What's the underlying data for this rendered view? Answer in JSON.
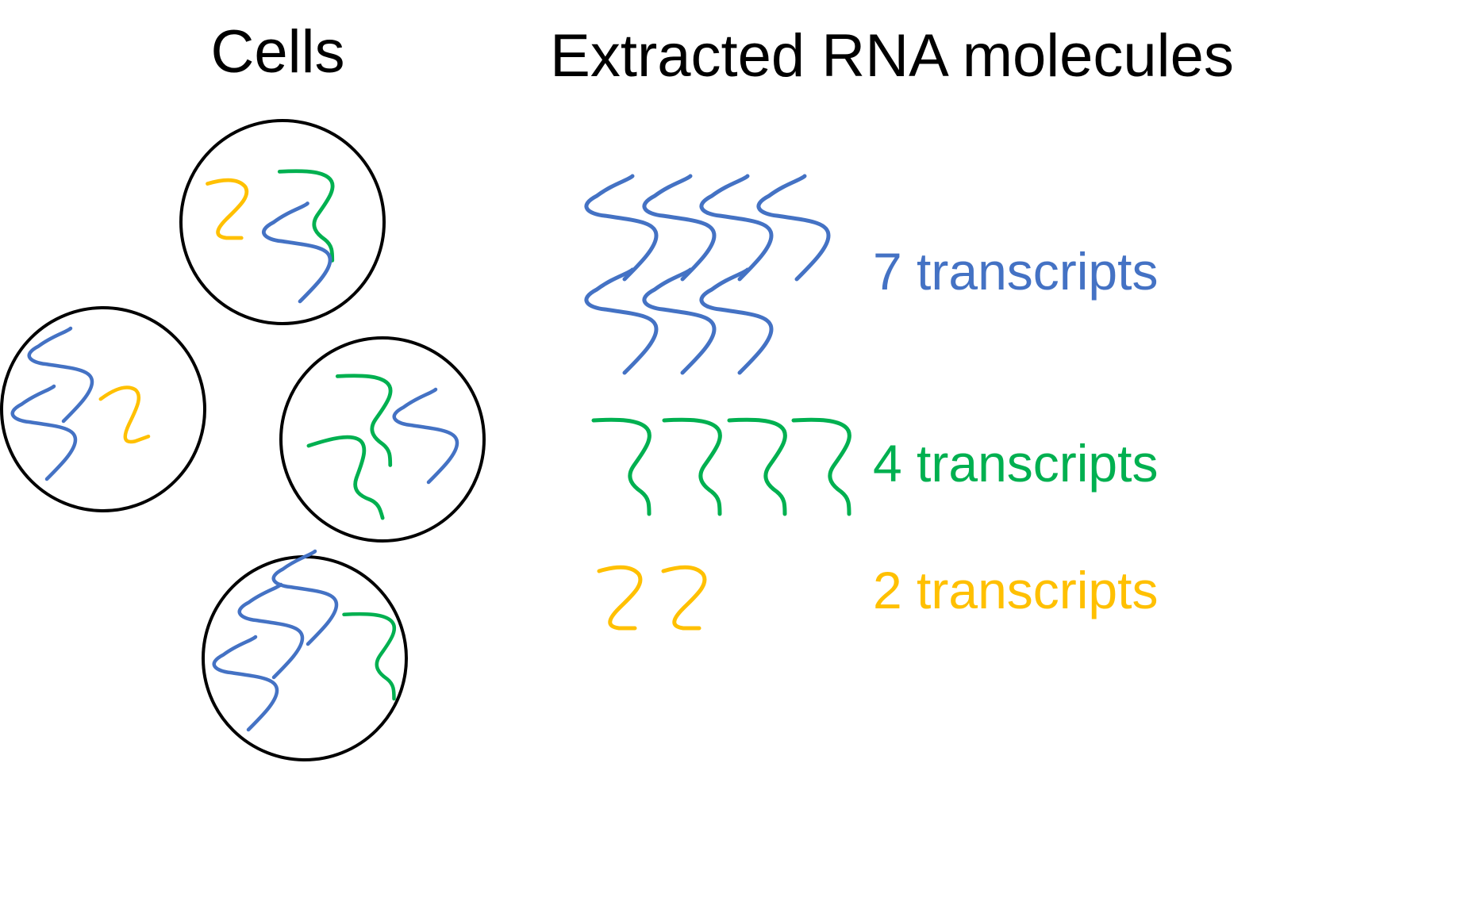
{
  "headings": {
    "cells": "Cells",
    "extracted": "Extracted RNA molecules"
  },
  "colors": {
    "blue": "#4472C4",
    "green": "#00B050",
    "yellow": "#FFC000",
    "outline": "#000000"
  },
  "transcript_groups": [
    {
      "id": "blue",
      "count": 7,
      "label": "7 transcripts"
    },
    {
      "id": "green",
      "count": 4,
      "label": "4 transcripts"
    },
    {
      "id": "yellow",
      "count": 2,
      "label": "2 transcripts"
    }
  ],
  "cells": [
    {
      "id": "cell-top",
      "blue": 1,
      "green": 1,
      "yellow": 1
    },
    {
      "id": "cell-left",
      "blue": 2,
      "green": 0,
      "yellow": 1
    },
    {
      "id": "cell-right",
      "blue": 1,
      "green": 2,
      "yellow": 0
    },
    {
      "id": "cell-bottom",
      "blue": 3,
      "green": 1,
      "yellow": 0
    }
  ]
}
